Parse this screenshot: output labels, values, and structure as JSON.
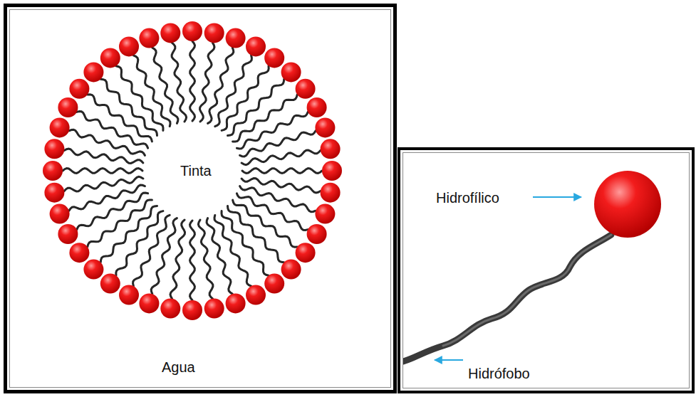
{
  "diagram": {
    "nodes": [
      {
        "text": [
          "Agua"
        ]
      },
      {
        "text": [
          "Tinta"
        ],
        "in": 0
      },
      {
        "text": [
          "Hidrofílico",
          "Hidrófobo"
        ]
      }
    ]
  }
}
